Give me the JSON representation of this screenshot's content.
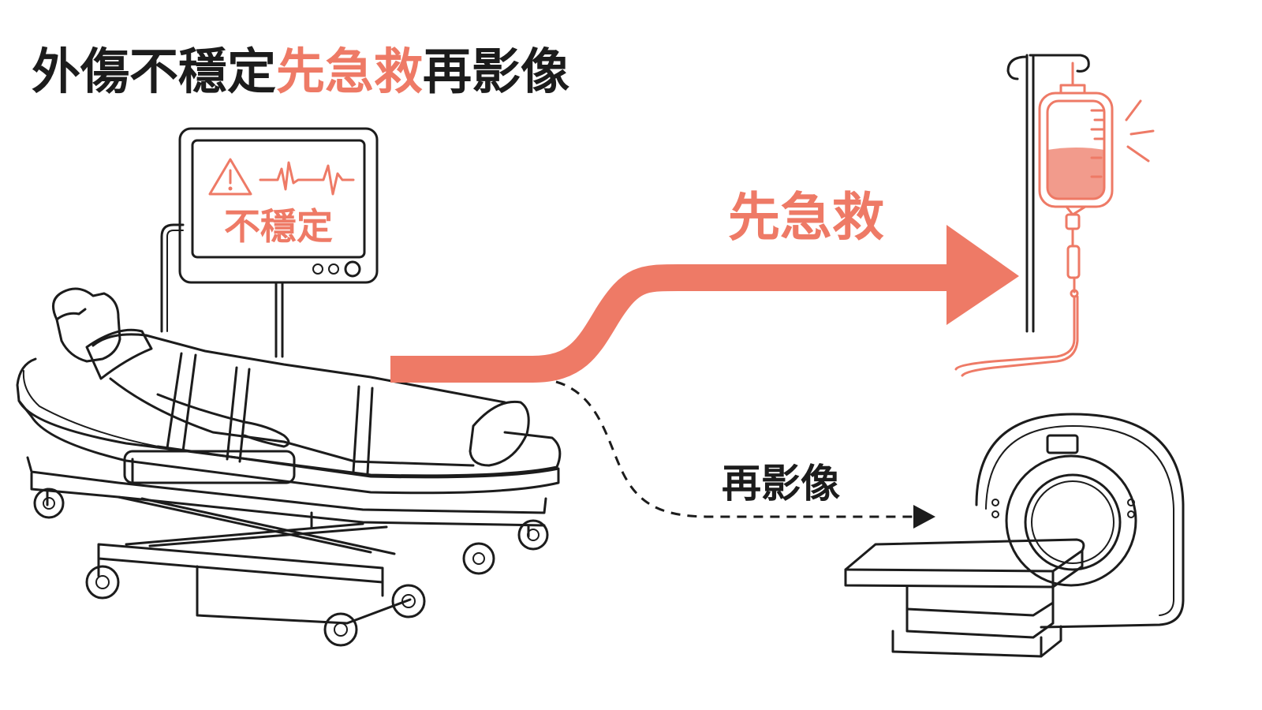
{
  "title": {
    "part1": "外傷不穩定",
    "part2": "先急救",
    "part3": "再影像"
  },
  "monitor": {
    "status_label": "不穩定",
    "warning_icon": "warning-triangle-icon",
    "ecg_icon": "ecg-waveform-icon"
  },
  "paths": {
    "primary_label": "先急救",
    "secondary_label": "再影像"
  },
  "illustrations": {
    "patient": "patient-on-stretcher-icon",
    "iv": "iv-drip-icon",
    "ct": "ct-scanner-icon"
  },
  "colors": {
    "accent": "#ee7a66",
    "ink": "#1c1c1c"
  }
}
